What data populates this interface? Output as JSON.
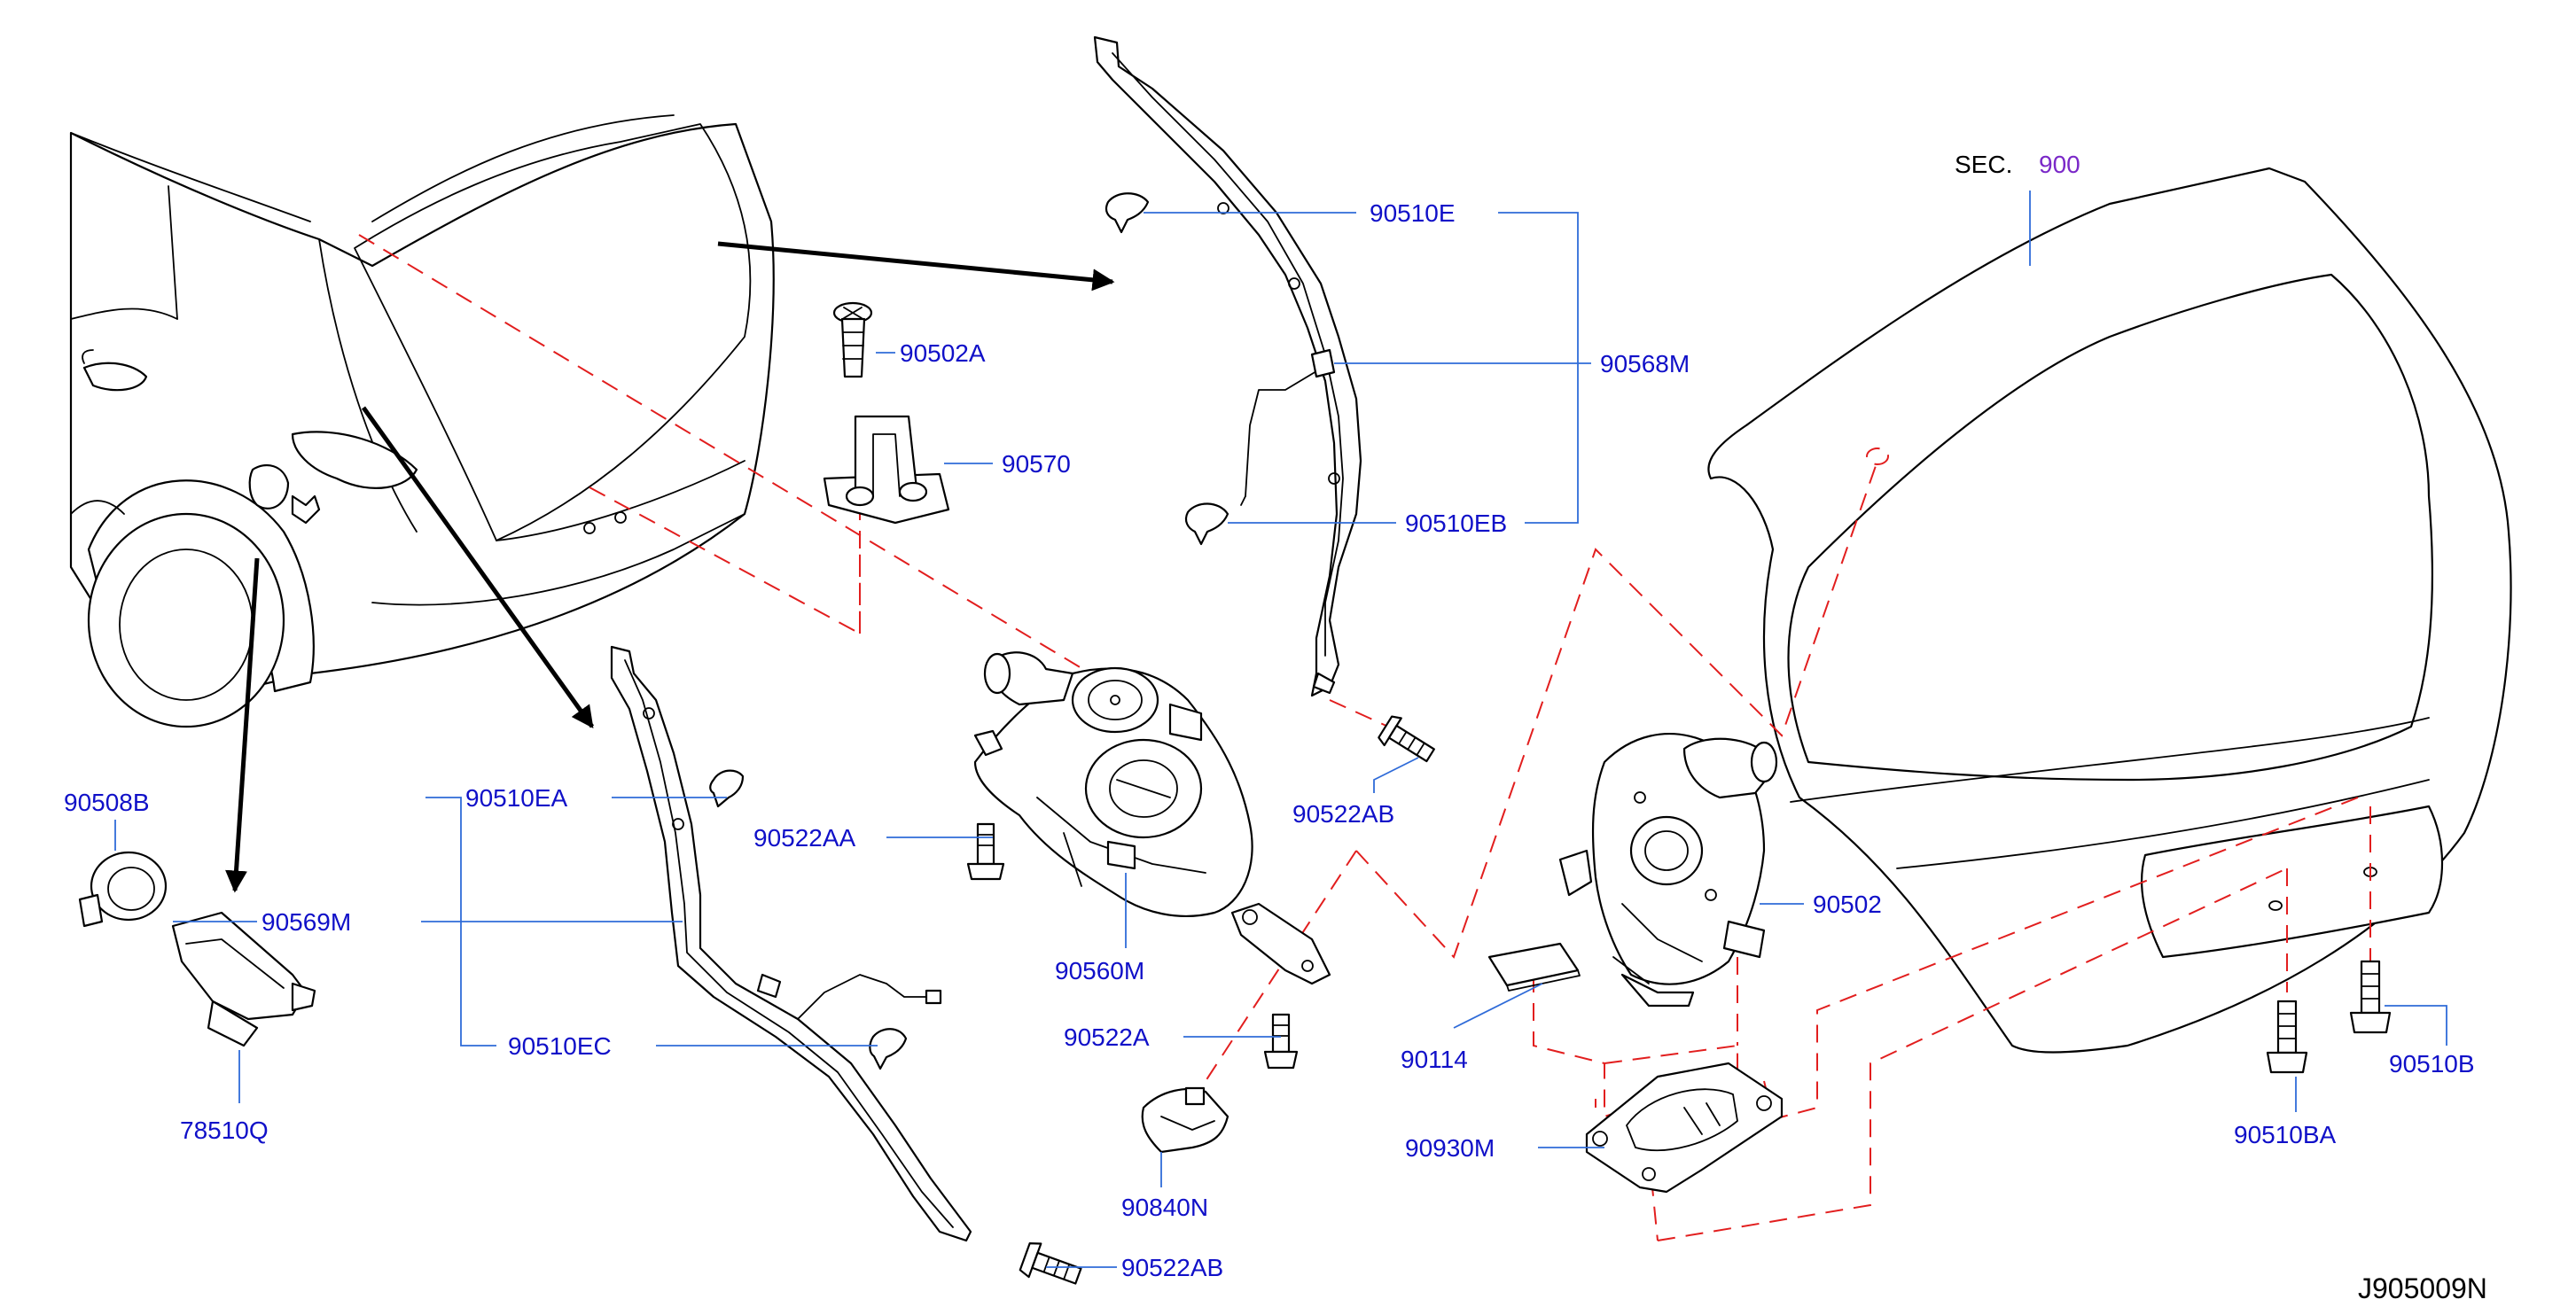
{
  "colors": {
    "label": "#1010c8",
    "leader": "#2f6bd8",
    "dash": "#e21e1e",
    "ink": "#000000",
    "sec_ref": "#7a28c8"
  },
  "section": {
    "prefix": "SEC.",
    "number": "900"
  },
  "diagram_id": "J905009N",
  "labels": {
    "p90510E": "90510E",
    "p90568M": "90568M",
    "p90510EB": "90510EB",
    "p90502A": "90502A",
    "p90570": "90570",
    "p90522AB_top": "90522AB",
    "p90522AA": "90522AA",
    "p90560M": "90560M",
    "p90522A": "90522A",
    "p90840N": "90840N",
    "p90522AB_bottom": "90522AB",
    "p90508B": "90508B",
    "p90569M": "90569M",
    "p78510Q": "78510Q",
    "p90510EA": "90510EA",
    "p90510EC": "90510EC",
    "p90502": "90502",
    "p90114": "90114",
    "p90930M": "90930M",
    "p90510B": "90510B",
    "p90510BA": "90510BA"
  }
}
